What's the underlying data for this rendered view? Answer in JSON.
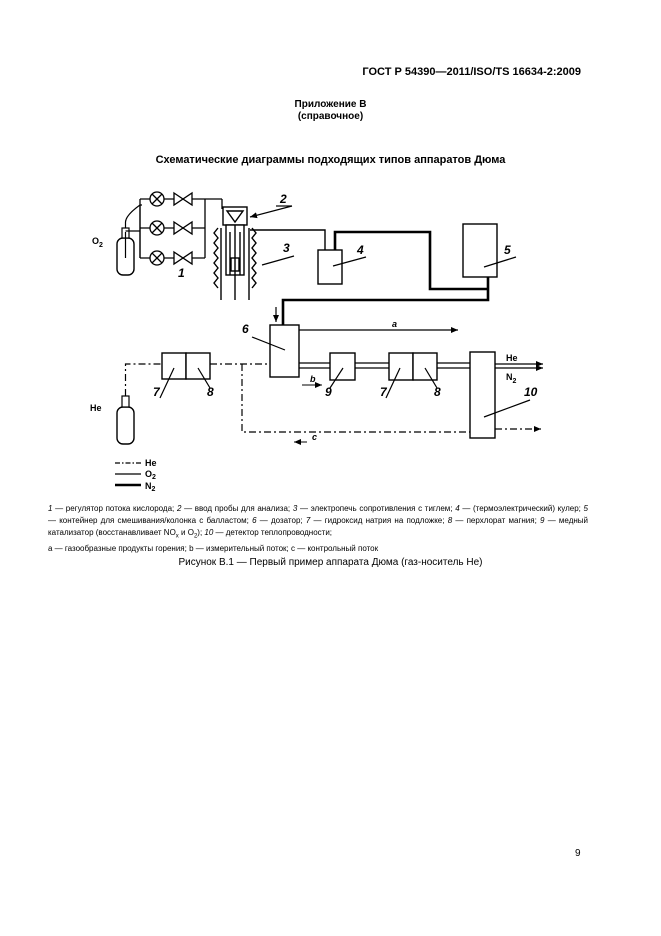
{
  "header": {
    "standard": "ГОСТ Р 54390—2011/ISO/TS 16634-2:2009"
  },
  "appendix": {
    "title": "Приложение В",
    "subtitle": "(справочное)"
  },
  "section_title": "Схематические диаграммы подходящих типов аппаратов Дюма",
  "diagram": {
    "labels": [
      "1",
      "2",
      "3",
      "4",
      "5",
      "6",
      "7",
      "8",
      "9",
      "7",
      "8",
      "10"
    ],
    "flow_labels": {
      "a": "a",
      "b": "b",
      "c": "c"
    },
    "gas_out": {
      "he": "He",
      "n2": "N",
      "n2_sub": "2"
    },
    "cylinders": {
      "o2": "O",
      "o2_sub": "2",
      "he": "He"
    },
    "legend": [
      {
        "style": "dash-dot",
        "label": "He",
        "sub": ""
      },
      {
        "style": "thin",
        "label": "O",
        "sub": "2"
      },
      {
        "style": "thick",
        "label": "N",
        "sub": "2"
      }
    ]
  },
  "key": {
    "items": [
      {
        "n": "1",
        "t": " — регулятор потока кислорода; "
      },
      {
        "n": "2",
        "t": " — ввод пробы для анализа; "
      },
      {
        "n": "3",
        "t": " — электропечь сопротивления с тиглем; "
      },
      {
        "n": "4",
        "t": " — (термоэлектрический) кулер; "
      },
      {
        "n": "5",
        "t": " — контейнер для смешивания/колонка с балластом; "
      },
      {
        "n": "6",
        "t": " — дозатор; "
      },
      {
        "n": "7",
        "t": " — гидроксид натрия на подложке; "
      },
      {
        "n": "8",
        "t": " — перхлорат магния; "
      },
      {
        "n": "9",
        "t": " — медный катализатор (восстанавливает NO"
      },
      {
        "n": "",
        "t": "x"
      },
      {
        "n": "",
        "t": " и O"
      },
      {
        "n": "",
        "t": "2"
      },
      {
        "n": "",
        "t": "); "
      },
      {
        "n": "10",
        "t": " — детектор теплопроводности;"
      }
    ],
    "line1": "— регулятор потока кислорода;",
    "flows": "а — газообразные продукты горения; b — измерительный поток; с — контрольный поток"
  },
  "figure_caption": "Рисунок В.1 — Первый пример аппарата Дюма (газ-носитель Не)",
  "page_number": "9"
}
